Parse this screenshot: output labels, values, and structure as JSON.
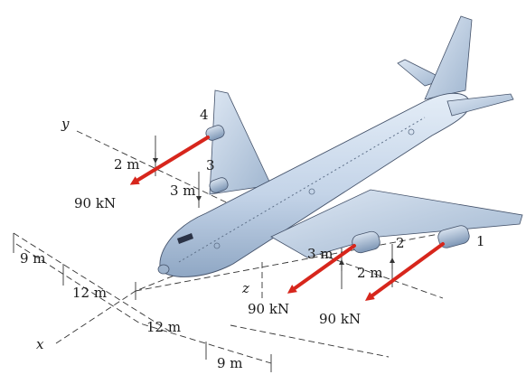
{
  "axes": {
    "x": "x",
    "y": "y",
    "z": "z"
  },
  "engines": {
    "e1": "1",
    "e2": "2",
    "e3": "3",
    "e4": "4"
  },
  "forces": {
    "left": "90 kN",
    "center": "90 kN",
    "right": "90 kN"
  },
  "dimensions": {
    "left_vertical_upper": "2 m",
    "left_vertical_lower": "3 m",
    "right_vertical_left": "3 m",
    "right_vertical_right": "2 m",
    "ground_a": "9 m",
    "ground_b": "12 m",
    "ground_c": "12 m",
    "ground_d": "9 m"
  },
  "colors": {
    "fuselage": "#c9d8ea",
    "fuselage_shade": "#8ea6c2",
    "engine": "#a9bcd3",
    "force_arrow": "#d7261c",
    "line": "#333333"
  }
}
